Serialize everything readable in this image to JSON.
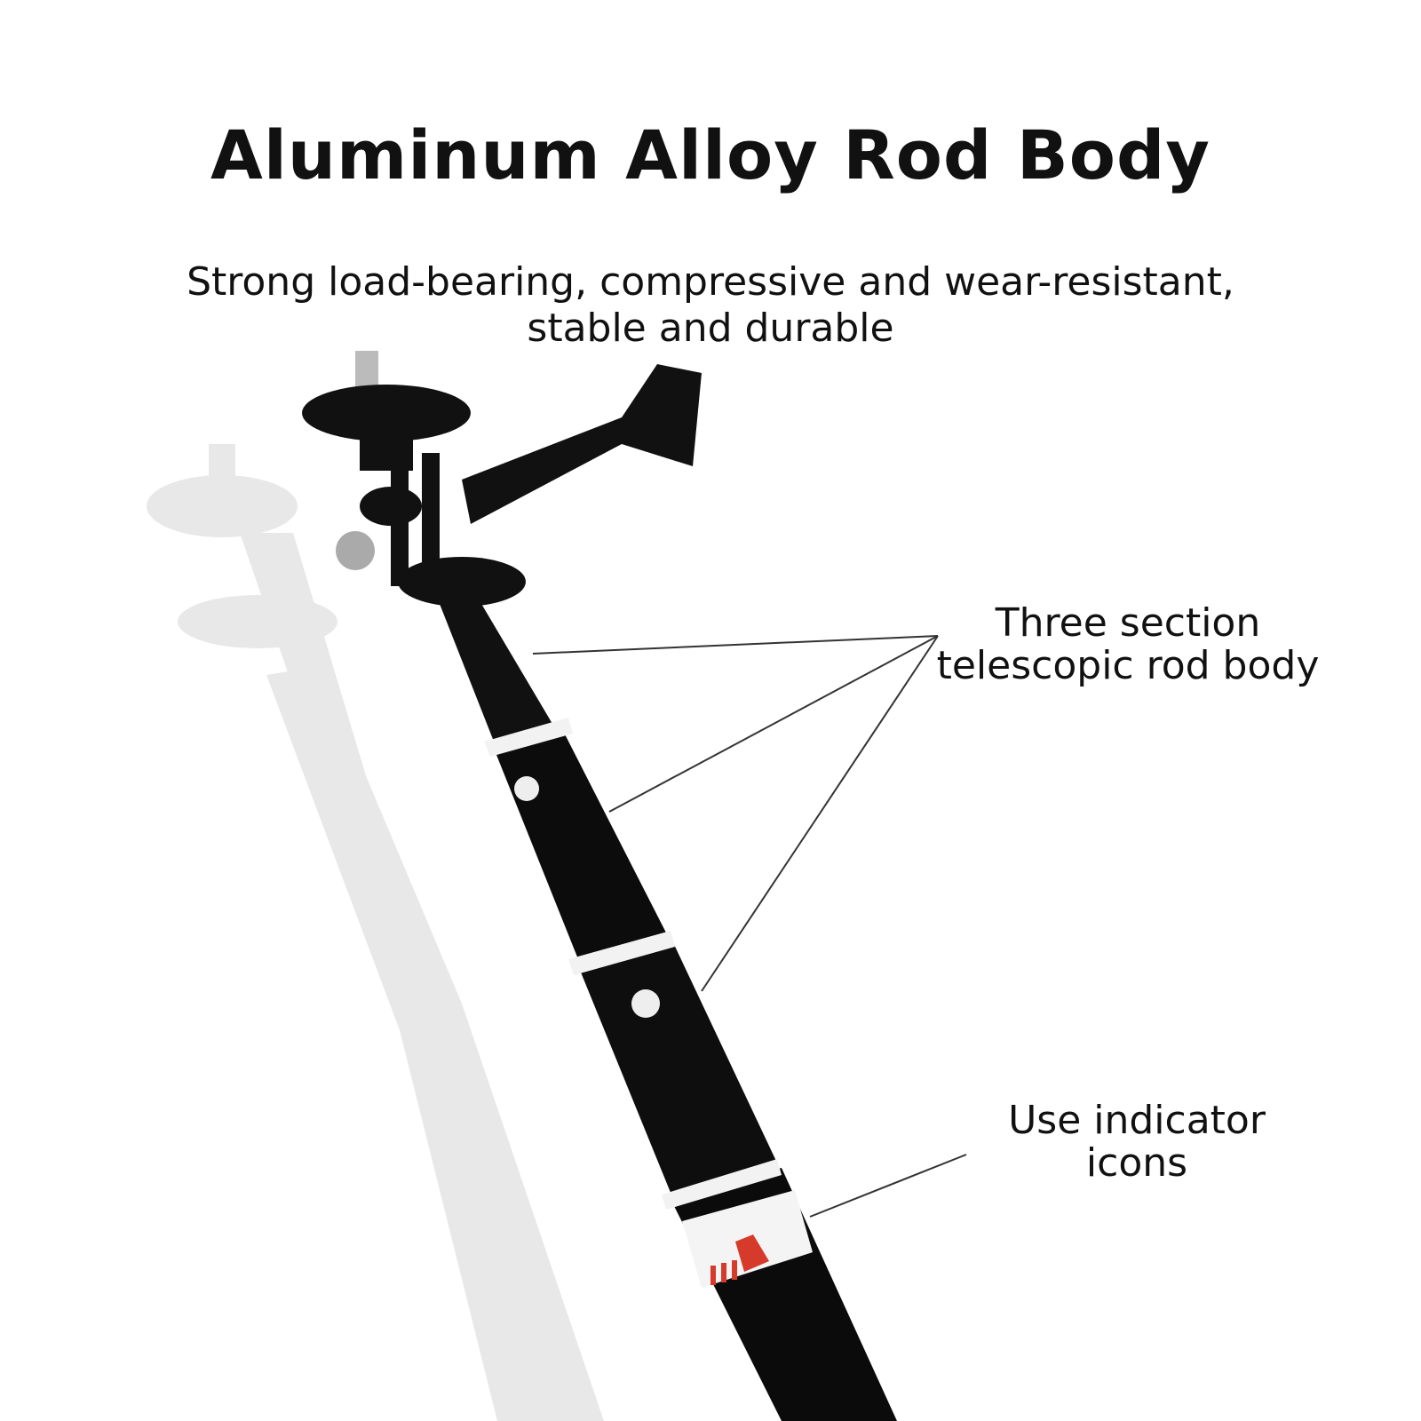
{
  "title": "Aluminum Alloy Rod Body",
  "subtitle": {
    "line1": "Strong load-bearing, compressive and wear-resistant,",
    "line2": "stable and durable"
  },
  "callouts": [
    {
      "line1": "Three section",
      "line2": "telescopic rod body"
    },
    {
      "line1": "Use indicator",
      "line2": "icons"
    }
  ],
  "colors": {
    "rod": "#0d0d0d",
    "shadow": "#e6e6e6",
    "ring": "#f2f2f2",
    "indicator": "#d63a2a"
  }
}
